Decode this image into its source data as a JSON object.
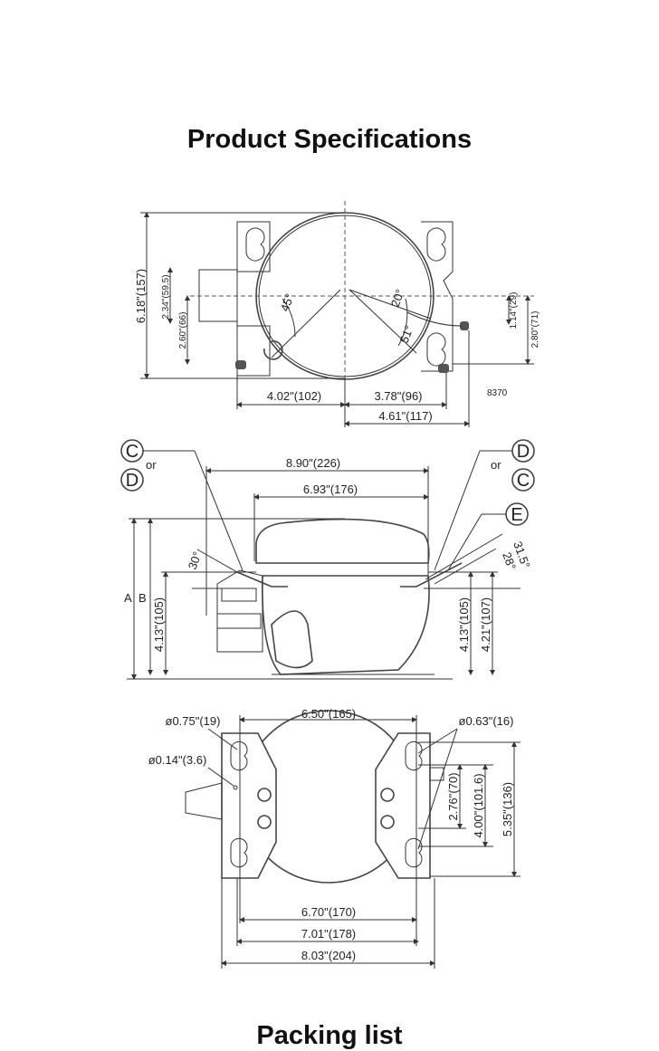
{
  "page_title": "Product Specifications",
  "next_section_title": "Packing list",
  "top_view": {
    "overall_height": "6.18\"(157)",
    "dim_a": "2.34\"(59.5)",
    "dim_b": "2.60\"(66)",
    "dim_c": "1.14\"(29)",
    "dim_d": "2.80\"(71)",
    "dim_left": "4.02\"(102)",
    "dim_right": "3.78\"(96)",
    "dim_right_total": "4.61\"(117)",
    "angle_left": "45°",
    "angle_right_1": "20°",
    "angle_right_2": "51°",
    "model_code": "8370"
  },
  "side_view": {
    "label_c": "C",
    "label_d": "D",
    "label_e": "E",
    "or": "or",
    "label_A": "A",
    "label_B": "B",
    "width_total": "8.90\"(226)",
    "width_dome": "6.93\"(176)",
    "height_left": "4.13\"(105)",
    "height_right_1": "4.13\"(105)",
    "height_right_2": "4.21\"(107)",
    "angle_left": "30°",
    "angle_right_1": "31.5°",
    "angle_right_2": "28°"
  },
  "base_view": {
    "hole_large_left": "ø0.75\"(19)",
    "hole_small": "ø0.14\"(3.6)",
    "hole_right": "ø0.63\"(16)",
    "top_span": "6.50\"(165)",
    "v1": "2.76\"(70)",
    "v2": "4.00\"(101.6)",
    "v3": "5.35\"(136)",
    "b1": "6.70\"(170)",
    "b2": "7.01\"(178)",
    "b3": "8.03\"(204)"
  }
}
